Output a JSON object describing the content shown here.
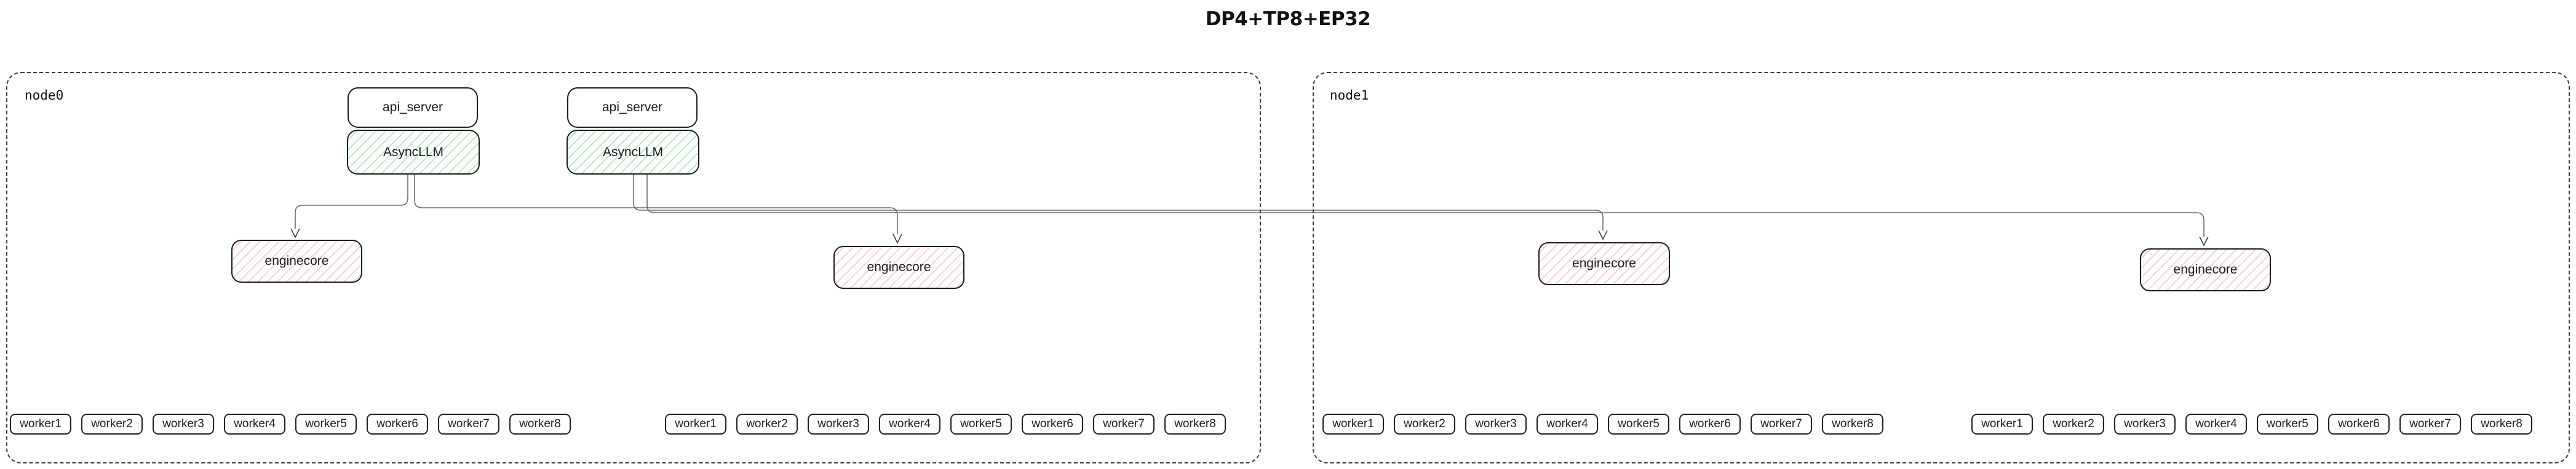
{
  "title": "DP4+TP8+EP32",
  "colors": {
    "box_border": "#1d1d1d",
    "node_border": "#3d3d3d",
    "green_hatch": "#9fe6ad",
    "red_hatch": "#f5c2c2",
    "edge_line": "#6b6b6b",
    "arrowhead": "#333333",
    "text": "#1c1c1c"
  },
  "nodes": [
    {
      "label": "node0",
      "stacks": [
        {
          "api_server": "api_server",
          "asyncllm": "AsyncLLM"
        },
        {
          "api_server": "api_server",
          "asyncllm": "AsyncLLM"
        }
      ],
      "enginecores": [
        "enginecore",
        "enginecore"
      ],
      "worker_groups": [
        [
          "worker1",
          "worker2",
          "worker3",
          "worker4",
          "worker5",
          "worker6",
          "worker7",
          "worker8"
        ],
        [
          "worker1",
          "worker2",
          "worker3",
          "worker4",
          "worker5",
          "worker6",
          "worker7",
          "worker8"
        ]
      ]
    },
    {
      "label": "node1",
      "stacks": [],
      "enginecores": [
        "enginecore",
        "enginecore"
      ],
      "worker_groups": [
        [
          "worker1",
          "worker2",
          "worker3",
          "worker4",
          "worker5",
          "worker6",
          "worker7",
          "worker8"
        ],
        [
          "worker1",
          "worker2",
          "worker3",
          "worker4",
          "worker5",
          "worker6",
          "worker7",
          "worker8"
        ]
      ]
    }
  ]
}
